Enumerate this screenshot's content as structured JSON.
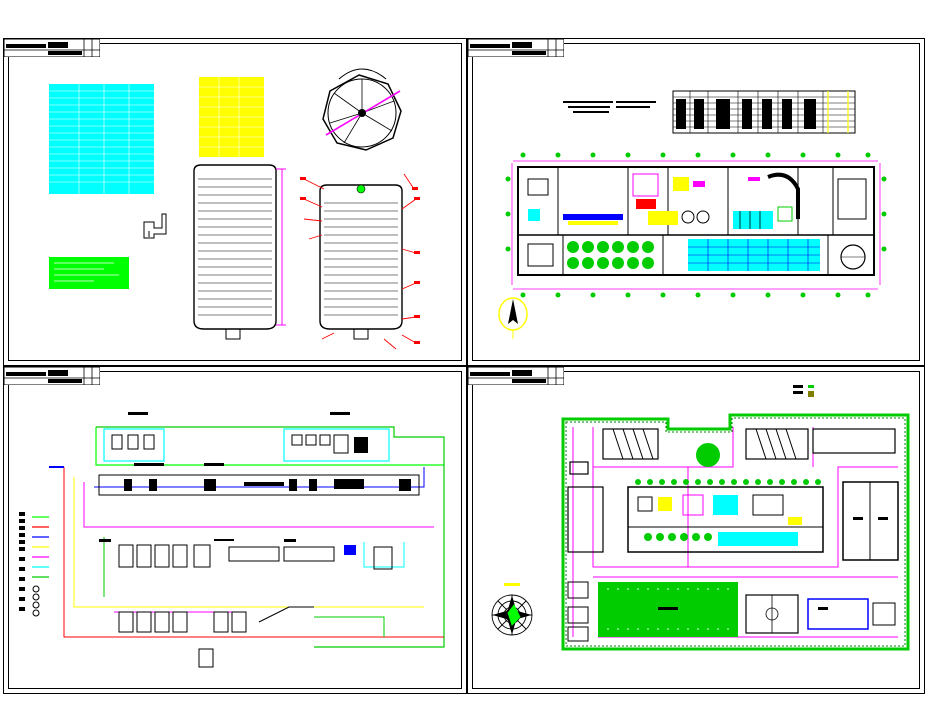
{
  "drawing_set": {
    "sheets": [
      {
        "id": "sheet-1",
        "content": "tank-equipment-details"
      },
      {
        "id": "sheet-2",
        "content": "floor-plan"
      },
      {
        "id": "sheet-3",
        "content": "process-flow-diagram"
      },
      {
        "id": "sheet-4",
        "content": "site-plan"
      }
    ],
    "colors": {
      "sheet_border": "#000000",
      "cyan": "#00ffff",
      "yellow": "#ffff00",
      "green": "#00ff00",
      "magenta": "#ff00ff",
      "red": "#ff0000",
      "blue": "#0000ff",
      "dark_green": "#008000"
    },
    "icons": [
      "north-arrow-icon",
      "wind-rose-icon",
      "tank-plan-icon"
    ]
  }
}
